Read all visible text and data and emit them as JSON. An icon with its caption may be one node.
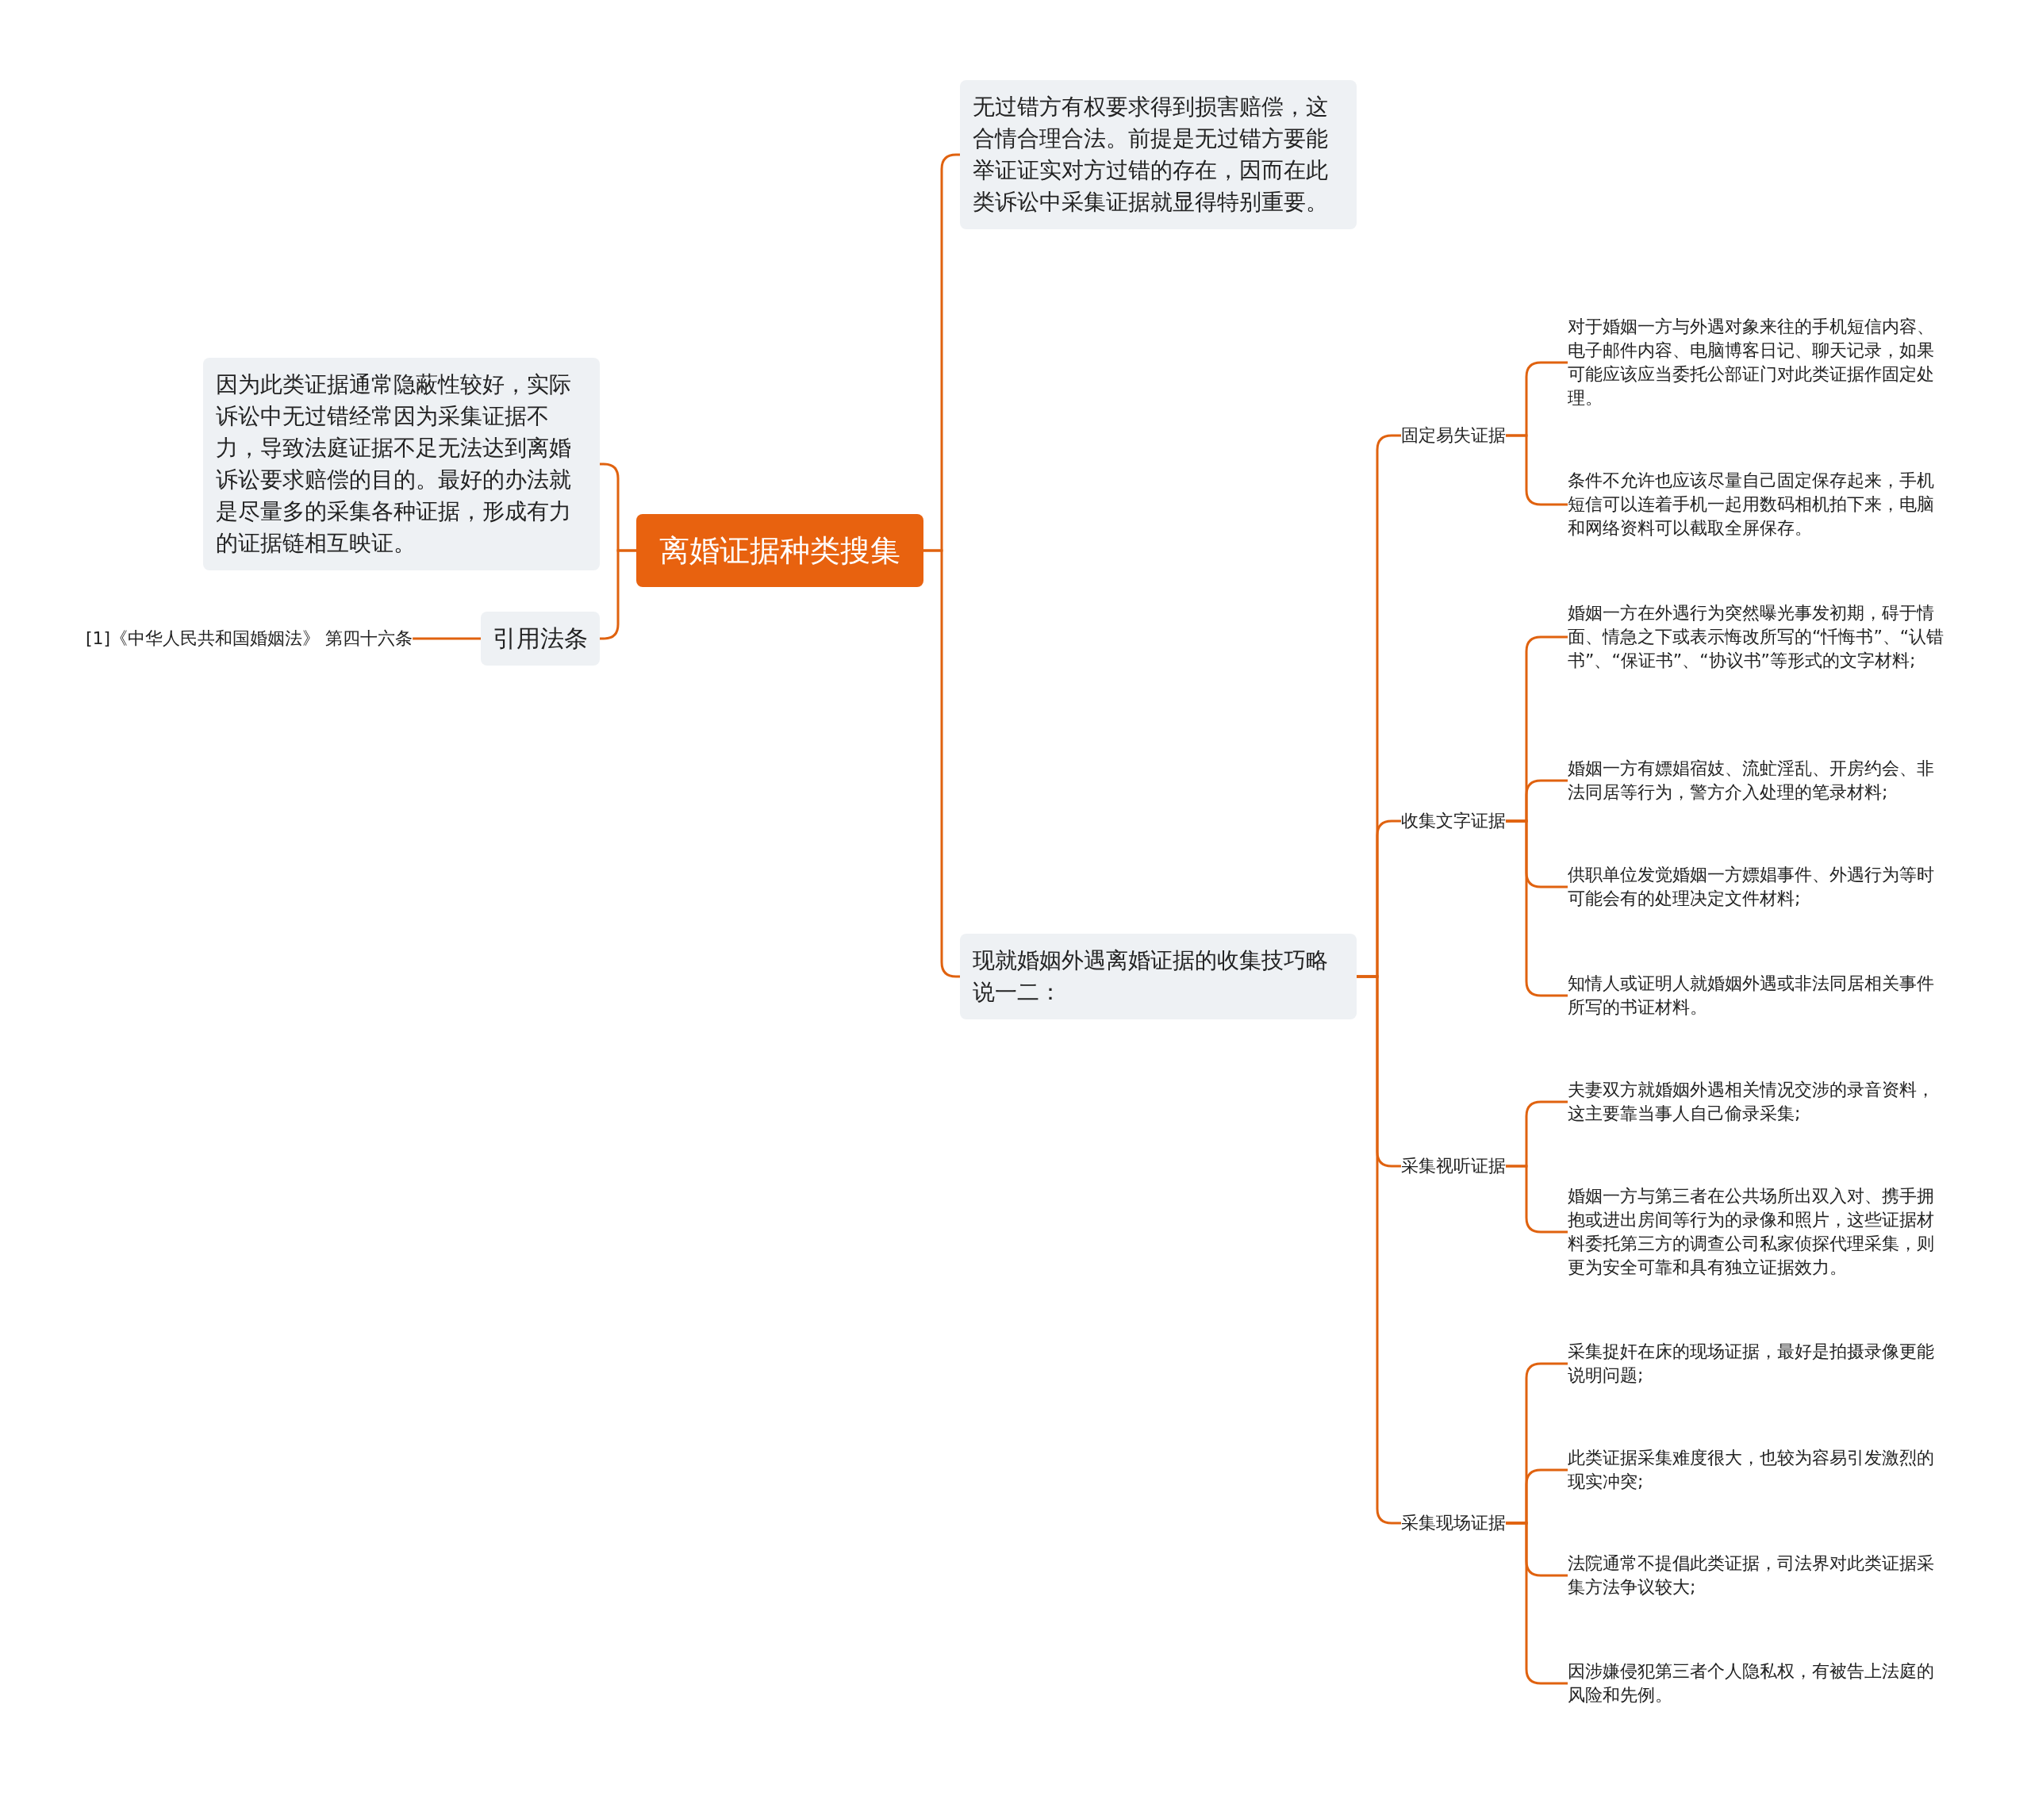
{
  "diagram": {
    "nodes": [
      {
        "text": [
          "离婚证据种类搜集"
        ]
      },
      {
        "text": [
          "因为此类证据通常隐蔽性较好，实际诉讼中无过错经常因为采集证据不力，导致法庭证据不足无法达到离婚诉讼要求赔偿的目的。最好的办法就是尽量多的采集各种证据，形成有力的证据链相互映证。"
        ]
      },
      {
        "text": [
          "引用法条"
        ]
      },
      {
        "text": [
          "[1]《中华人民共和国婚姻法》 第四十六条"
        ]
      },
      {
        "text": [
          "无过错方有权要求得到损害赔偿，这合情合理合法。前提是无过错方要能举证证实对方过错的存在，因而在此类诉讼中采集证据就显得特别重要。"
        ]
      },
      {
        "text": [
          "现就婚姻外遇离婚证据的收集技巧略说一二："
        ]
      },
      {
        "text": [
          "固定易失证据"
        ]
      },
      {
        "text": [
          "对于婚姻一方与外遇对象来往的手机短信内容、电子邮件内容、电脑博客日记、聊天记录，如果可能应该应当委托公部证门对此类证据作固定处理。"
        ]
      },
      {
        "text": [
          "条件不允许也应该尽量自己固定保存起来，手机短信可以连着手机一起用数码相机拍下来，电脑和网络资料可以截取全屏保存。"
        ]
      },
      {
        "text": [
          "收集文字证据"
        ]
      },
      {
        "text": [
          "婚姻一方在外遇行为突然曝光事发初期，碍于情面、情急之下或表示悔改所写的“忏悔书”、“认错书”、“保证书”、“协议书”等形式的文字材料;"
        ]
      },
      {
        "text": [
          "婚姻一方有嫖娼宿妓、流虻淫乱、开房约会、非法同居等行为，警方介入处理的笔录材料;"
        ]
      },
      {
        "text": [
          "供职单位发觉婚姻一方嫖娼事件、外遇行为等时可能会有的处理决定文件材料;"
        ]
      },
      {
        "text": [
          "知情人或证明人就婚姻外遇或非法同居相关事件所写的书证材料。"
        ]
      },
      {
        "text": [
          "采集视听证据"
        ]
      },
      {
        "text": [
          "夫妻双方就婚姻外遇相关情况交涉的录音资料，这主要靠当事人自己偷录采集;"
        ]
      },
      {
        "text": [
          "婚姻一方与第三者在公共场所出双入对、携手拥抱或进出房间等行为的录像和照片，这些证据材料委托第三方的调查公司私家侦探代理采集，则更为安全可靠和具有独立证据效力。"
        ]
      },
      {
        "text": [
          "采集现场证据"
        ]
      },
      {
        "text": [
          "采集捉奸在床的现场证据，最好是拍摄录像更能说明问题;"
        ]
      },
      {
        "text": [
          "此类证据采集难度很大，也较为容易引发激烈的现实冲突;"
        ]
      },
      {
        "text": [
          "法院通常不提倡此类证据，司法界对此类证据采集方法争议较大;"
        ]
      },
      {
        "text": [
          "因涉嫌侵犯第三者个人隐私权，有被告上法庭的风险和先例。"
        ]
      }
    ],
    "edges": [
      {
        "from": 0,
        "to": 1,
        "arrow": "none"
      },
      {
        "from": 0,
        "to": 2,
        "arrow": "none"
      },
      {
        "from": 2,
        "to": 3,
        "arrow": "none"
      },
      {
        "from": 0,
        "to": 4,
        "arrow": "none"
      },
      {
        "from": 0,
        "to": 5,
        "arrow": "none"
      },
      {
        "from": 5,
        "to": 6,
        "arrow": "none"
      },
      {
        "from": 6,
        "to": 7,
        "arrow": "none"
      },
      {
        "from": 6,
        "to": 8,
        "arrow": "none"
      },
      {
        "from": 5,
        "to": 9,
        "arrow": "none"
      },
      {
        "from": 9,
        "to": 10,
        "arrow": "none"
      },
      {
        "from": 9,
        "to": 11,
        "arrow": "none"
      },
      {
        "from": 9,
        "to": 12,
        "arrow": "none"
      },
      {
        "from": 9,
        "to": 13,
        "arrow": "none"
      },
      {
        "from": 5,
        "to": 14,
        "arrow": "none"
      },
      {
        "from": 14,
        "to": 15,
        "arrow": "none"
      },
      {
        "from": 14,
        "to": 16,
        "arrow": "none"
      },
      {
        "from": 5,
        "to": 17,
        "arrow": "none"
      },
      {
        "from": 17,
        "to": 18,
        "arrow": "none"
      },
      {
        "from": 17,
        "to": 19,
        "arrow": "none"
      },
      {
        "from": 17,
        "to": 20,
        "arrow": "none"
      },
      {
        "from": 17,
        "to": 21,
        "arrow": "none"
      }
    ]
  }
}
